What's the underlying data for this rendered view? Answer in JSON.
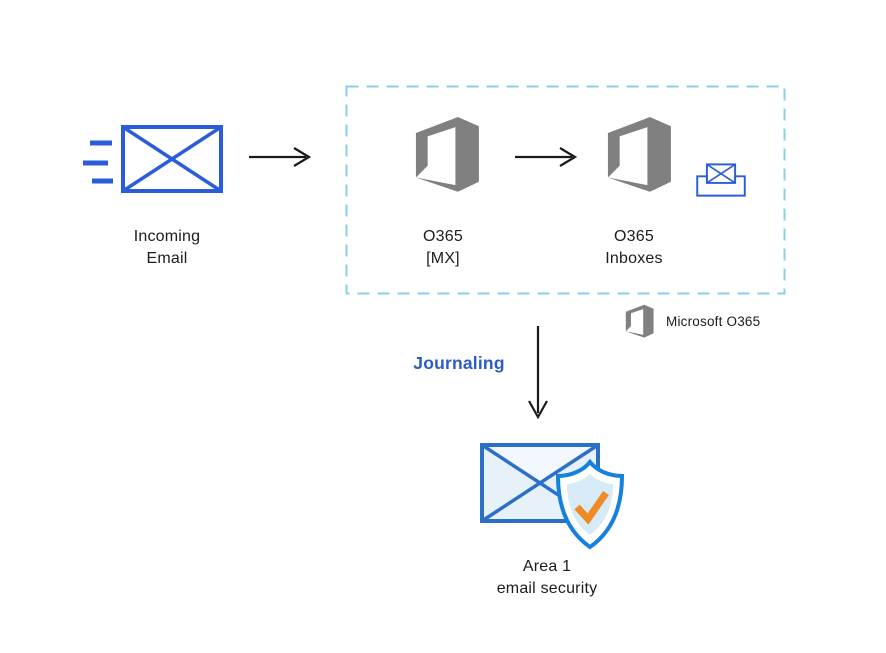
{
  "diagram": {
    "nodes": {
      "incoming_email": {
        "label_line1": "Incoming",
        "label_line2": "Email"
      },
      "o365_mx": {
        "label_line1": "O365",
        "label_line2": "[MX]"
      },
      "o365_inboxes": {
        "label_line1": "O365",
        "label_line2": "Inboxes"
      },
      "area1": {
        "label_line1": "Area 1",
        "label_line2": "email security"
      }
    },
    "edges": {
      "journaling_label": "Journaling"
    },
    "legend": {
      "label": "Microsoft O365"
    }
  },
  "colors": {
    "envelope_blue": "#2B5CD9",
    "area1_envelope_blue": "#2B6FC7",
    "area1_envelope_fill": "#E7F1FA",
    "area1_flap_fill": "#F2F8FD",
    "shield_border_blue": "#1581DC",
    "shield_fill": "#D7EAF8",
    "check_orange": "#EF8B22",
    "office_gray": "#808080",
    "dash_teal": "#8AD0E4",
    "journaling_blue": "#2D5BC8",
    "arrow_black": "#1A1A1A",
    "text_black": "#1C1C1C"
  }
}
